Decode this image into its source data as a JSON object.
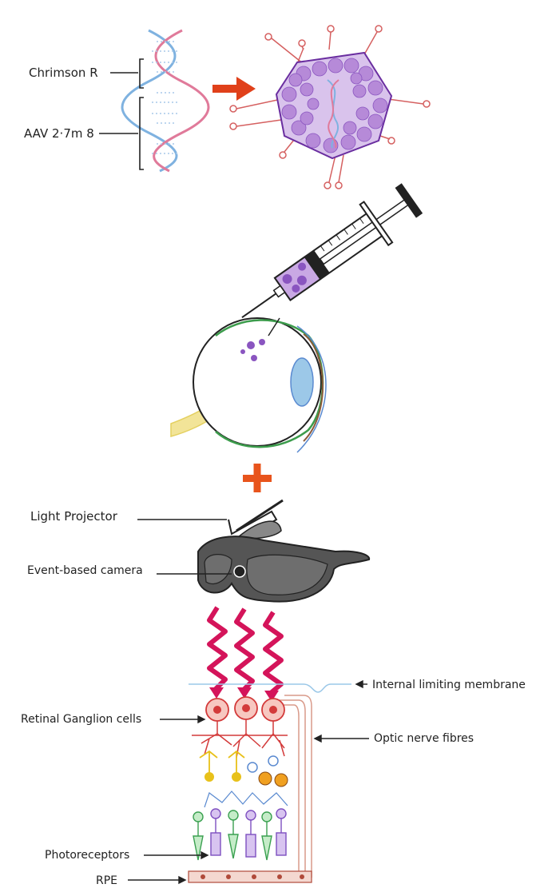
{
  "labels": {
    "chrimson": "Chrimson R",
    "aav": "AAV 2·7m 8",
    "light_projector": "Light Projector",
    "event_camera": "Event-based camera",
    "ilm": "Internal limiting membrane",
    "rgc": "Retinal Ganglion cells",
    "optic_fibres": "Optic nerve fibres",
    "photoreceptors": "Photoreceptors",
    "rpe": "RPE"
  },
  "colors": {
    "paper": "#ffffff",
    "dna_blue": "#7fb2e0",
    "dna_pink": "#e07a9a",
    "capsid": "#9c5fc4",
    "capsid_dark": "#6a2ea0",
    "arrow": "#e0401a",
    "spike": "#d56060",
    "plus": "#e8541c",
    "light_wave": "#d4145a",
    "ganglion": "#d33a3a",
    "fibre": "#d99a8a",
    "rod": "#7e4fc0",
    "cone": "#3aa050",
    "bipolar_yellow": "#e8c11a",
    "bipolar_orange": "#f0a020",
    "horizontal_blue": "#5a8ad0",
    "rpe": "#b04a3a",
    "goggles": "#444444",
    "eye_retina": "#3c9c4c",
    "optic_nerve": "#e4d060",
    "lens": "#9cc8e8"
  }
}
